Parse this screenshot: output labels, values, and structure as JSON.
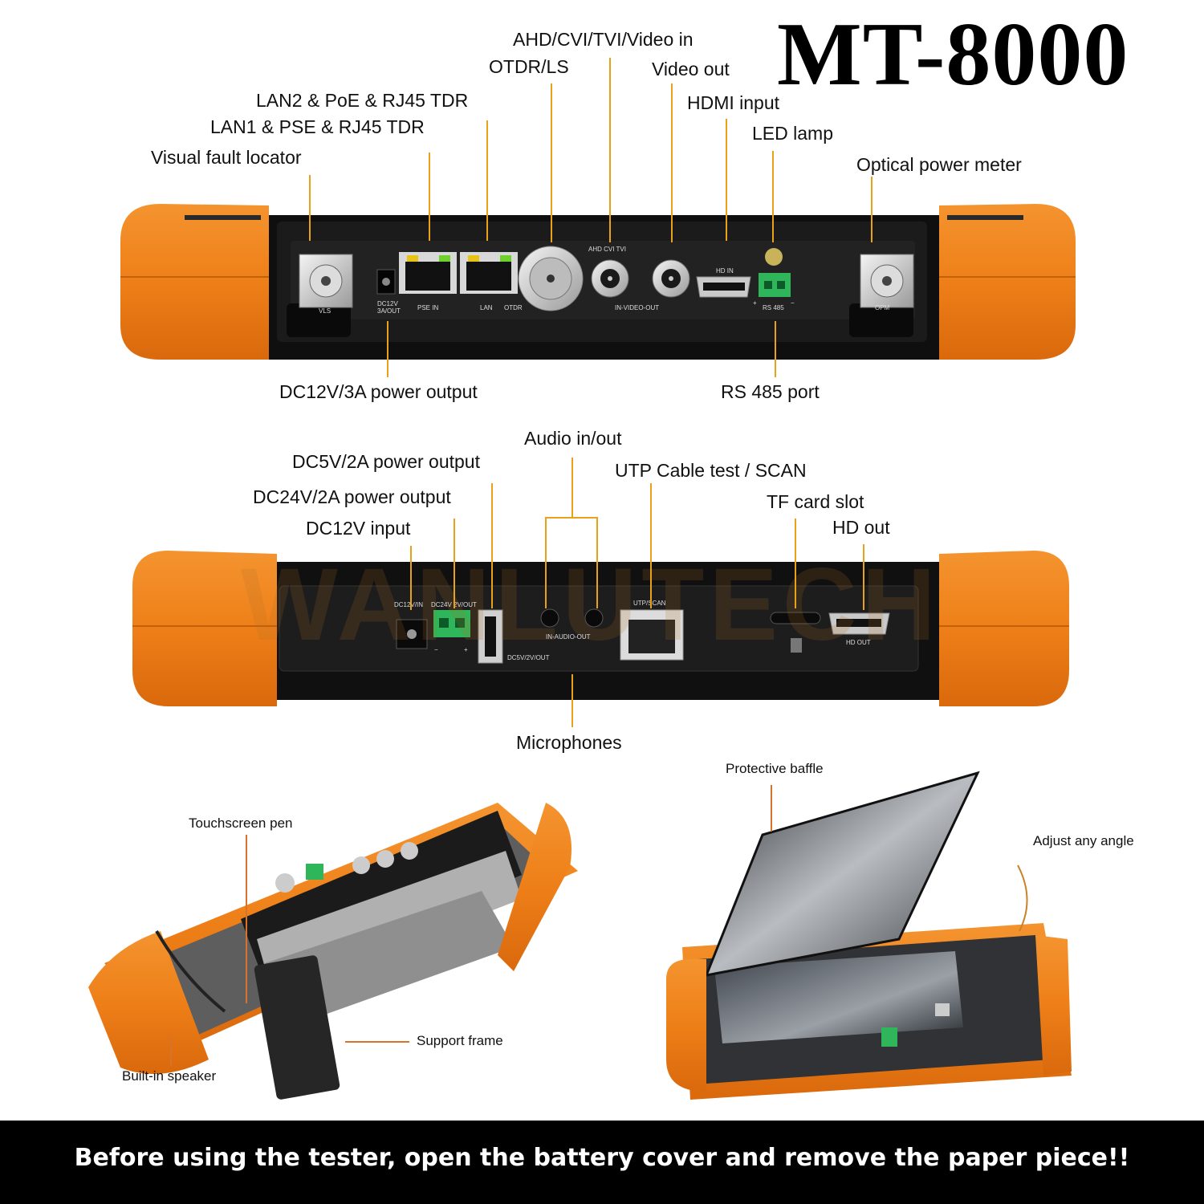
{
  "title": "MT-8000",
  "top_panel": {
    "labels": {
      "ahd": "AHD/CVI/TVI/Video in",
      "otdr": "OTDR/LS",
      "video_out": "Video out",
      "lan2": "LAN2 & PoE & RJ45 TDR",
      "hdmi_in": "HDMI input",
      "lan1": "LAN1 & PSE & RJ45 TDR",
      "led": "LED lamp",
      "vfl": "Visual fault locator",
      "opm": "Optical power meter",
      "dc12out": "DC12V/3A power output",
      "rs485": "RS 485 port"
    },
    "device_text": {
      "vls": "VLS",
      "dc12v": "DC12V",
      "dc3a": "3A/OUT",
      "pse_in": "PSE IN",
      "lan": "LAN",
      "otdr": "OTDR",
      "ahd_cvi_tvi": "AHD  CVI  TVI",
      "in_video_out": "IN-VIDEO-OUT",
      "hd_in": "HD  IN",
      "rs485": "RS 485",
      "plus": "+",
      "minus": "−",
      "opm": "OPM"
    }
  },
  "middle_panel": {
    "labels": {
      "audio": "Audio in/out",
      "dc5v": "DC5V/2A power output",
      "utp": "UTP Cable test / SCAN",
      "dc24v": "DC24V/2A power output",
      "tf": "TF card slot",
      "dc12in": "DC12V input",
      "hdout": "HD out",
      "mic": "Microphones"
    },
    "device_text": {
      "dc12v_in": "DC12V/IN",
      "dc24v_out": "DC24V 2V/OUT",
      "minus": "−",
      "plus": "+",
      "dc5v_out": "DC5V/2V/OUT",
      "audio": "IN-AUDIO-OUT",
      "utp": "UTP/SCAN",
      "hd_out": "HD OUT"
    },
    "watermark": "WANLUTECH"
  },
  "bottom_left": {
    "touch_pen": "Touchscreen pen",
    "support_frame": "Support frame",
    "speaker": "Built-in speaker"
  },
  "bottom_right": {
    "baffle": "Protective baffle",
    "adjust": "Adjust any angle"
  },
  "footer": "Before using the tester, open the battery cover and remove the paper piece!!",
  "colors": {
    "orange": "#f07d1a",
    "leader": "#e8a21a",
    "body": "#141414",
    "panel": "#1d1d1d"
  }
}
